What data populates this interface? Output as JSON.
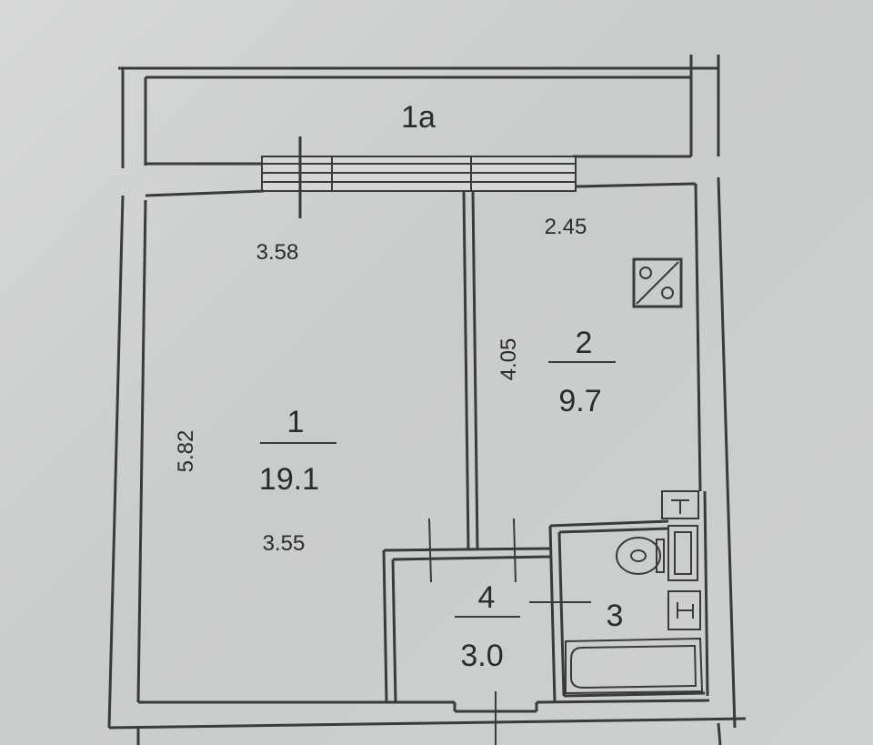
{
  "balcony": {
    "label": "1а"
  },
  "rooms": [
    {
      "id": "1",
      "area": "19.1",
      "width_top": "3.58",
      "width_bottom": "3.55",
      "height": "5.82"
    },
    {
      "id": "2",
      "area": "9.7",
      "width_top": "2.45",
      "height": "4.05"
    },
    {
      "id": "3"
    },
    {
      "id": "4",
      "area": "3.0"
    }
  ]
}
